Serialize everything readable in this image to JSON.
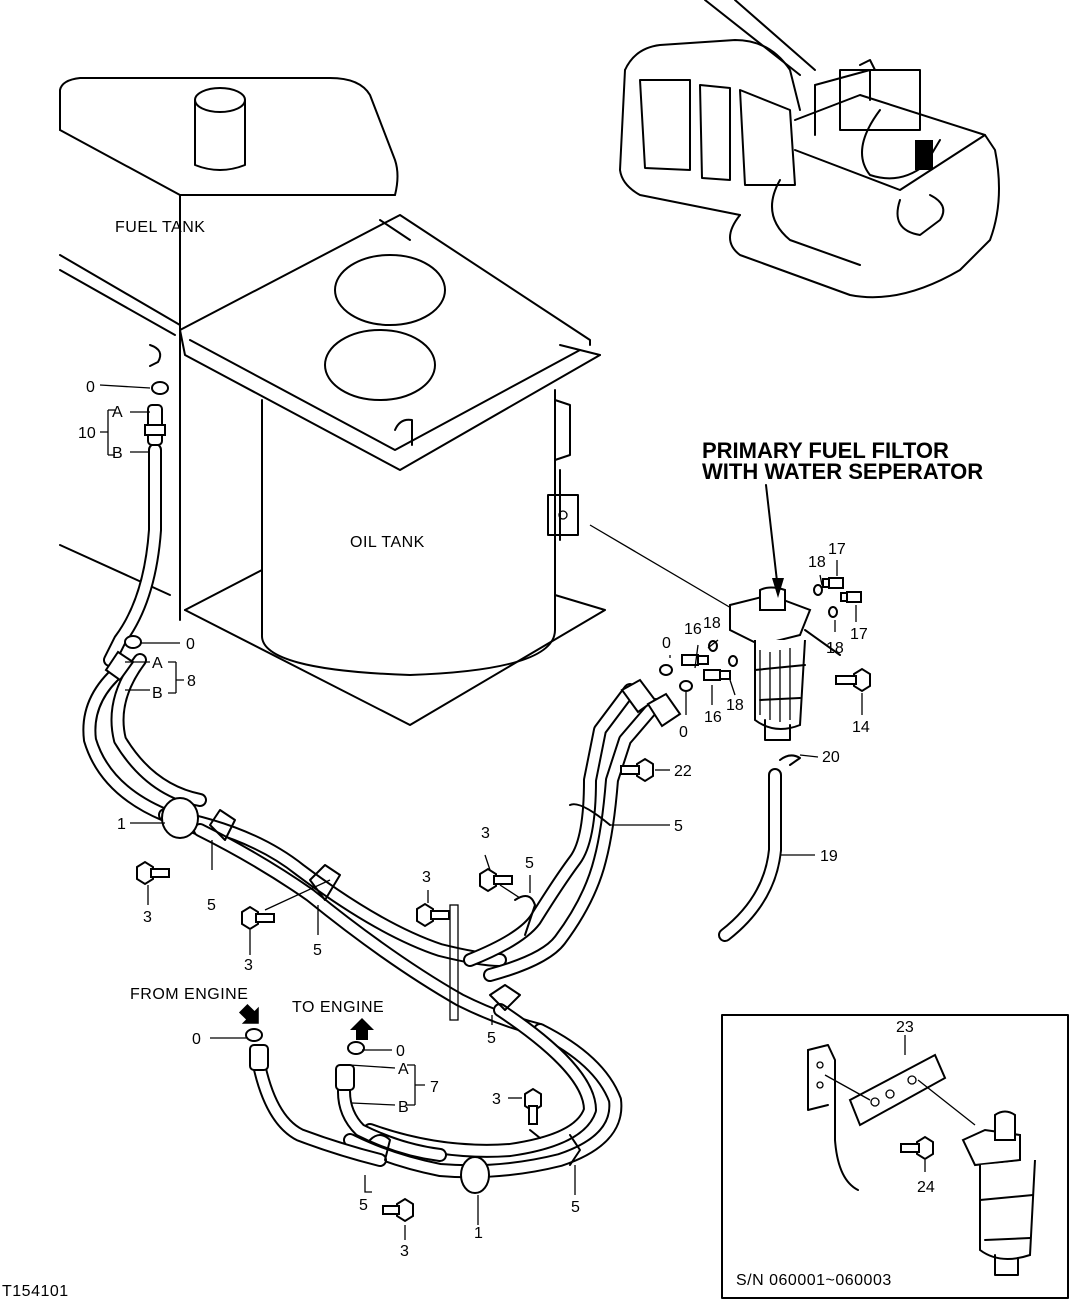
{
  "labels": {
    "fuel_tank": "FUEL TANK",
    "oil_tank": "OIL TANK",
    "filter_title_line1": "PRIMARY FUEL FILTOR",
    "filter_title_line2": "WITH WATER SEPERATOR",
    "from_engine": "FROM ENGINE",
    "to_engine": "TO ENGINE",
    "serial_range": "S/N  060001~060003",
    "figure_id": "T154101"
  },
  "callouts": {
    "c0_top": "0",
    "c10": "10",
    "c10_a": "A",
    "c10_b": "B",
    "c0_mid": "0",
    "c8": "8",
    "c8_a": "A",
    "c8_b": "B",
    "c1_left": "1",
    "c3_left": "3",
    "c5_left": "5",
    "c3_mid": "3",
    "c5_mid": "5",
    "c3_center": "3",
    "c3_right": "3",
    "c5_right": "5",
    "c5_upper": "5",
    "c22": "22",
    "c20": "20",
    "c19": "19",
    "c14": "14",
    "c16_a": "16",
    "c16_b": "16",
    "c0_filter_a": "0",
    "c0_filter_b": "0",
    "c18_a": "18",
    "c18_b": "18",
    "c18_c": "18",
    "c18_d": "18",
    "c17_a": "17",
    "c17_b": "17",
    "c0_from": "0",
    "c0_to": "0",
    "c7": "7",
    "c7_a": "A",
    "c7_b": "B",
    "c3_lower": "3",
    "c5_center": "5",
    "c5_low_left": "5",
    "c1_low": "1",
    "c5_low_right": "5",
    "c3_bottom": "3",
    "c23": "23",
    "c24": "24"
  }
}
